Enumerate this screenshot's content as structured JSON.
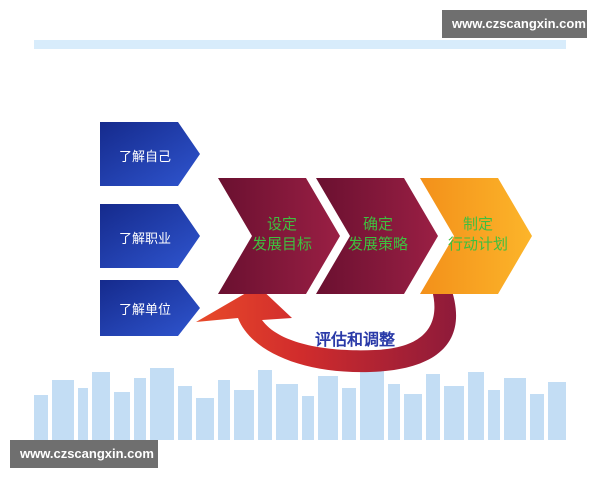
{
  "watermark": {
    "top": "www.czscangxin.com",
    "bottom": "www.czscangxin.com"
  },
  "colors": {
    "left_arrow_fill": "#1d2f9a",
    "chevron_dark": "#7e1535",
    "chevron_orange": "#f7a21b",
    "chevron_text": "#3fbf3f",
    "loop_arrow": "#cf2a2a",
    "loop_text": "#2a3aa8",
    "skyline": "#bcd8f2"
  },
  "left_items": [
    {
      "label": "了解自己"
    },
    {
      "label": "了解职业"
    },
    {
      "label": "了解单位"
    }
  ],
  "chevrons": [
    {
      "line1": "设定",
      "line2": "发展目标"
    },
    {
      "line1": "确定",
      "line2": "发展策略"
    },
    {
      "line1": "制定",
      "line2": "行动计划"
    }
  ],
  "loop_label": "评估和调整"
}
